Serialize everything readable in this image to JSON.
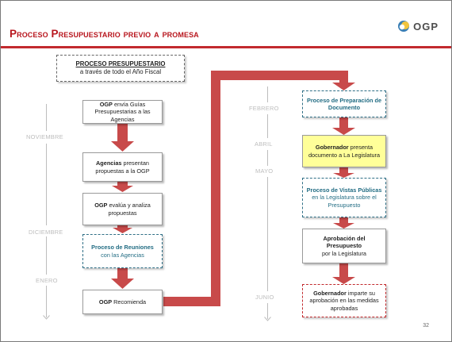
{
  "header": {
    "title": "Proceso Presupuestario previo a promesa",
    "logo_text": "OGP"
  },
  "legend_box": {
    "title": "PROCESO PRESUPUESTARIO",
    "subtitle": "a través de todo el Año Fiscal"
  },
  "months_left": [
    "NOVIEMBRE",
    "DICIEMBRE",
    "ENERO"
  ],
  "months_right": [
    "FEBRERO",
    "ABRIL",
    "MAYO",
    "JUNIO"
  ],
  "left_steps": {
    "s1": {
      "bold": "OGP",
      "rest": " envía Guías Presupuestarias a las Agencias"
    },
    "s2": {
      "bold": "Agencias",
      "rest": " presentan propuestas a la OGP"
    },
    "s3": {
      "bold": "OGP",
      "rest": " evalúa y analiza propuestas"
    },
    "s4": {
      "bold": "Proceso de Reuniones",
      "rest": "con las Agencias"
    },
    "s5": {
      "bold": "OGP",
      "rest": " Recomienda"
    }
  },
  "right_steps": {
    "r1": {
      "bold": "Proceso de Preparación de Documento",
      "rest": ""
    },
    "r2": {
      "bold": "Gobernador",
      "rest": " presenta documento a La Legislatura"
    },
    "r3": {
      "bold": "Proceso de Vistas Públicas",
      "rest": " en la Legislatura sobre el Presupuesto"
    },
    "r4": {
      "bold": "Aprobación del Presupuesto",
      "rest": "por la Legislatura"
    },
    "r5": {
      "bold": "Gobernador",
      "rest": " imparte su aprobación en las medidas aprobadas"
    }
  },
  "colors": {
    "accent_red": "#c22a2e",
    "arrow_red": "#c84a4a",
    "teal": "#236d84",
    "highlight_yellow": "#ffff99"
  },
  "slide_number": "32"
}
